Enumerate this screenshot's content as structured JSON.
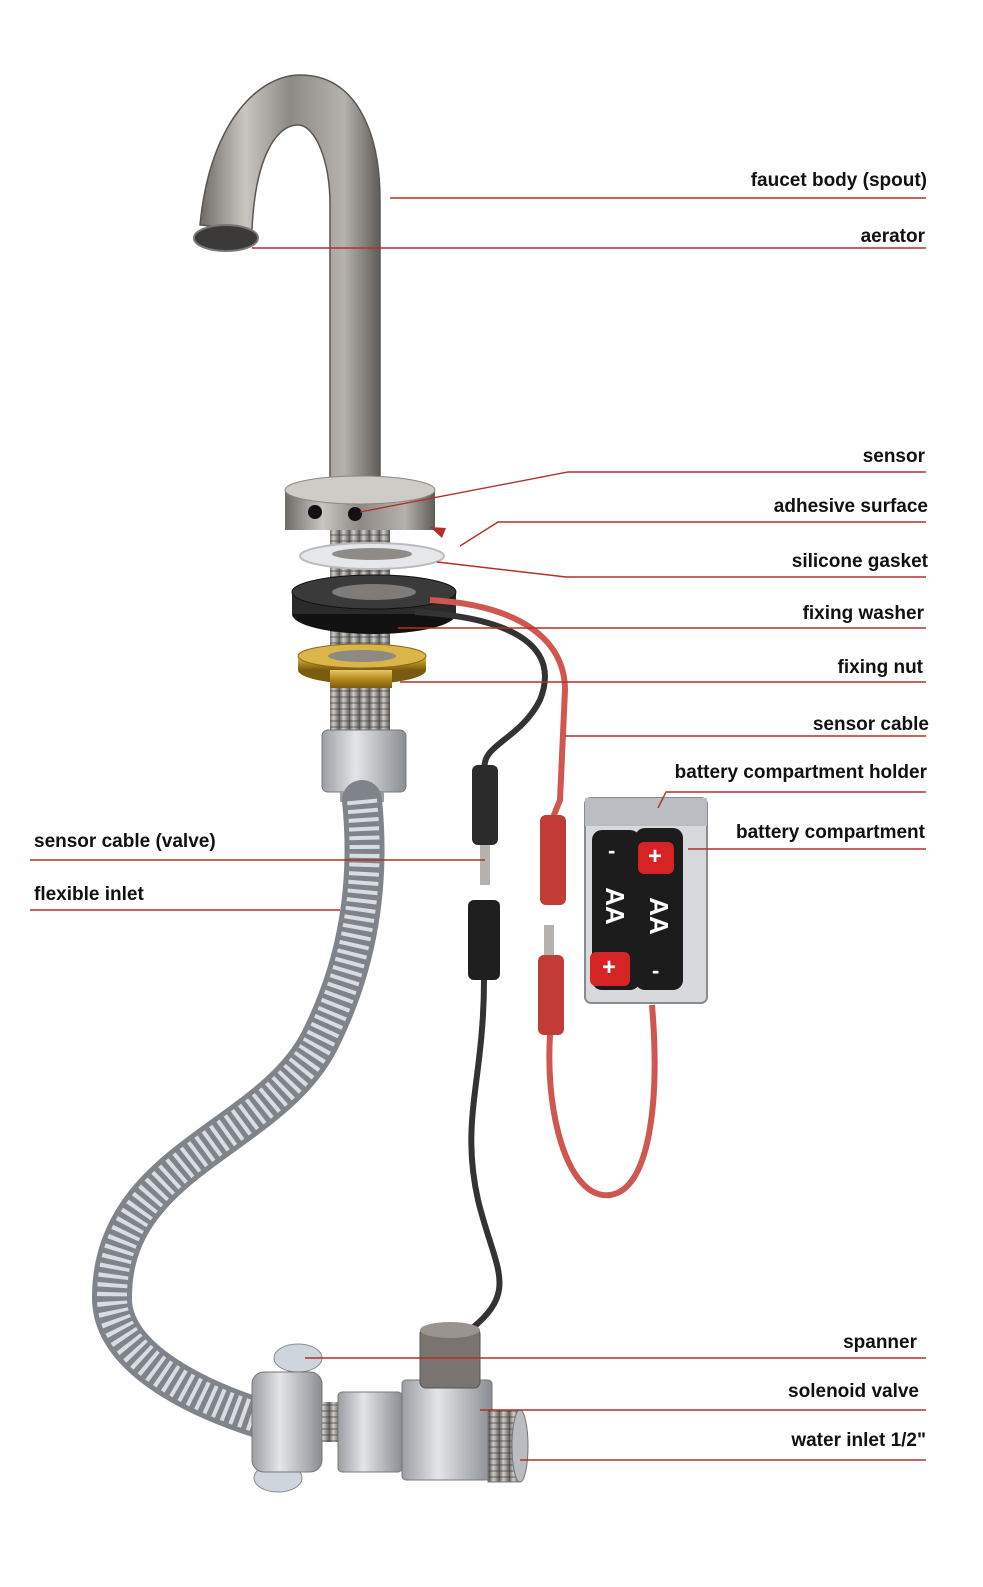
{
  "colors": {
    "leader_line": "#b0302a",
    "chrome": "#a9a7a4",
    "hose": "#b8bcc2",
    "red_cable": "#d05650",
    "black_cable": "#333333",
    "battery": "#1c1c1c",
    "battery_plus": "#d62424",
    "brass_nut": "#c9a12a"
  },
  "labels": {
    "faucet_body": "faucet body (spout)",
    "aerator": "aerator",
    "sensor": "sensor",
    "adhesive_surface": "adhesive surface",
    "silicone_gasket": "silicone gasket",
    "fixing_washer": "fixing washer",
    "fixing_nut": "fixing nut",
    "sensor_cable": "sensor cable",
    "battery_compartment_holder": "battery compartment holder",
    "battery_compartment": "battery compartment",
    "sensor_cable_valve": "sensor cable (valve)",
    "flexible_inlet": "flexible inlet",
    "spanner": "spanner",
    "solenoid_valve": "solenoid valve",
    "water_inlet": "water inlet 1/2\""
  },
  "battery": {
    "cell_label": "AA",
    "plus_sign": "+",
    "minus_sign": "-"
  }
}
